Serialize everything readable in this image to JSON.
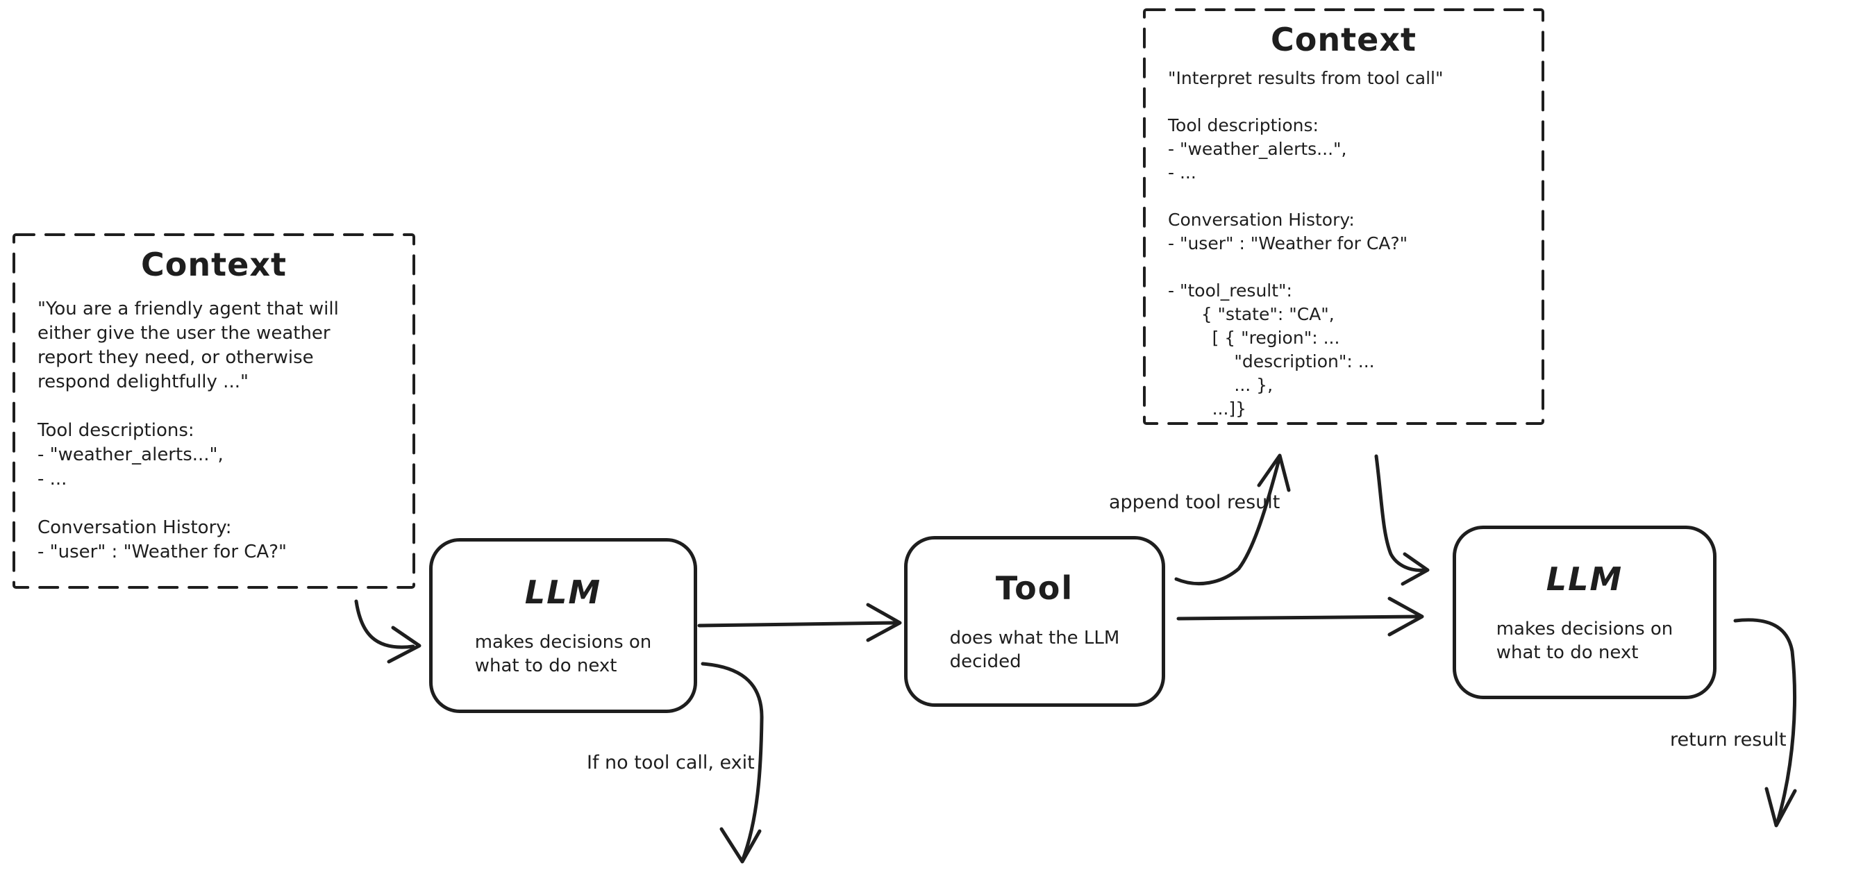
{
  "colors": {
    "ink": "#1e1e1e",
    "background": "#ffffff"
  },
  "nodes": {
    "context_left": {
      "title": "Context",
      "body": [
        "\"You are a friendly agent that will",
        "either give the user the weather",
        "report they need, or otherwise",
        "respond delightfully ...\"",
        "",
        "Tool descriptions:",
        "- \"weather_alerts...\",",
        "- ...",
        "",
        "Conversation History:",
        "- \"user\" : \"Weather for CA?\""
      ]
    },
    "context_top": {
      "title": "Context",
      "body": [
        "\"Interpret results from tool call\"",
        "",
        "Tool descriptions:",
        "- \"weather_alerts...\",",
        "- ...",
        "",
        "Conversation History:",
        "- \"user\" : \"Weather for CA?\"",
        "",
        "- \"tool_result\":",
        "      { \"state\": \"CA\",",
        "        [ { \"region\": ...",
        "            \"description\": ...",
        "            ... },",
        "        ...]}"
      ]
    },
    "llm_1": {
      "title": "LLM",
      "subtitle": [
        "makes decisions on",
        "what to do next"
      ]
    },
    "tool": {
      "title": "Tool",
      "subtitle": [
        "does what the LLM",
        "decided"
      ]
    },
    "llm_2": {
      "title": "LLM",
      "subtitle": [
        "makes decisions on",
        "what to do next"
      ]
    }
  },
  "labels": {
    "append_tool_result": "append tool result",
    "if_no_tool_call_exit": "If no tool call, exit",
    "return_result": "return result"
  }
}
